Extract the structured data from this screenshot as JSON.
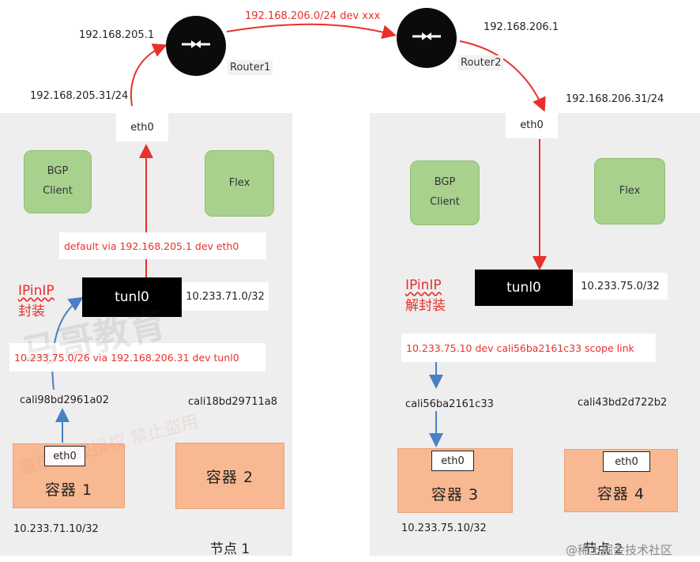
{
  "title": "192.168.206.0/24 dev xxx",
  "routers": [
    {
      "name": "Router1",
      "ip": "192.168.205.1"
    },
    {
      "name": "Router2",
      "ip": "192.168.206.1"
    }
  ],
  "node1": {
    "label": "节点 1",
    "eth0_label": "eth0",
    "eth0_ip": "192.168.205.31/24",
    "bgp_client": [
      "BGP",
      "Client"
    ],
    "flex": "Flex",
    "default_route": "default via 192.168.205.1 dev eth0",
    "ipip": [
      "IPinIP",
      "封装"
    ],
    "tunl0": "tunl0",
    "tunl0_cidr": "10.233.71.0/32",
    "tunnel_route": "10.233.75.0/26 via 192.168.206.31 dev tunl0",
    "cali_a": "cali98bd2961a02",
    "cali_b": "cali18bd29711a8",
    "container_a": {
      "name": "容器 1",
      "eth": "eth0"
    },
    "container_b": {
      "name": "容器 2"
    },
    "container_a_ip": "10.233.71.10/32"
  },
  "node2": {
    "label": "节点 2",
    "eth0_label": "eth0",
    "eth0_ip": "192.168.206.31/24",
    "bgp_client": [
      "BGP",
      "Client"
    ],
    "flex": "Flex",
    "ipip": [
      "IPinIP",
      "解封装"
    ],
    "tunl0": "tunl0",
    "tunl0_cidr": "10.233.75.0/32",
    "local_route": "10.233.75.10 dev cali56ba2161c33 scope link",
    "cali_a": "cali56ba2161c33",
    "cali_b": "cali43bd2d722b2",
    "container_a": {
      "name": "容器 3",
      "eth": "eth0"
    },
    "container_b": {
      "name": "容器 4",
      "eth": "eth0"
    },
    "container_a_ip": "10.233.75.10/32"
  },
  "watermark": {
    "brand": "马哥教育",
    "notice": "原创 未经授权 禁止盗用",
    "credit": "@稀土掘金技术社区"
  },
  "colors": {
    "arrow_red": "#e8302c",
    "arrow_blue": "#4a7fc4",
    "node_bg": "#eeeeee",
    "green_box": "#a9d18e",
    "container": "#f8b891"
  }
}
